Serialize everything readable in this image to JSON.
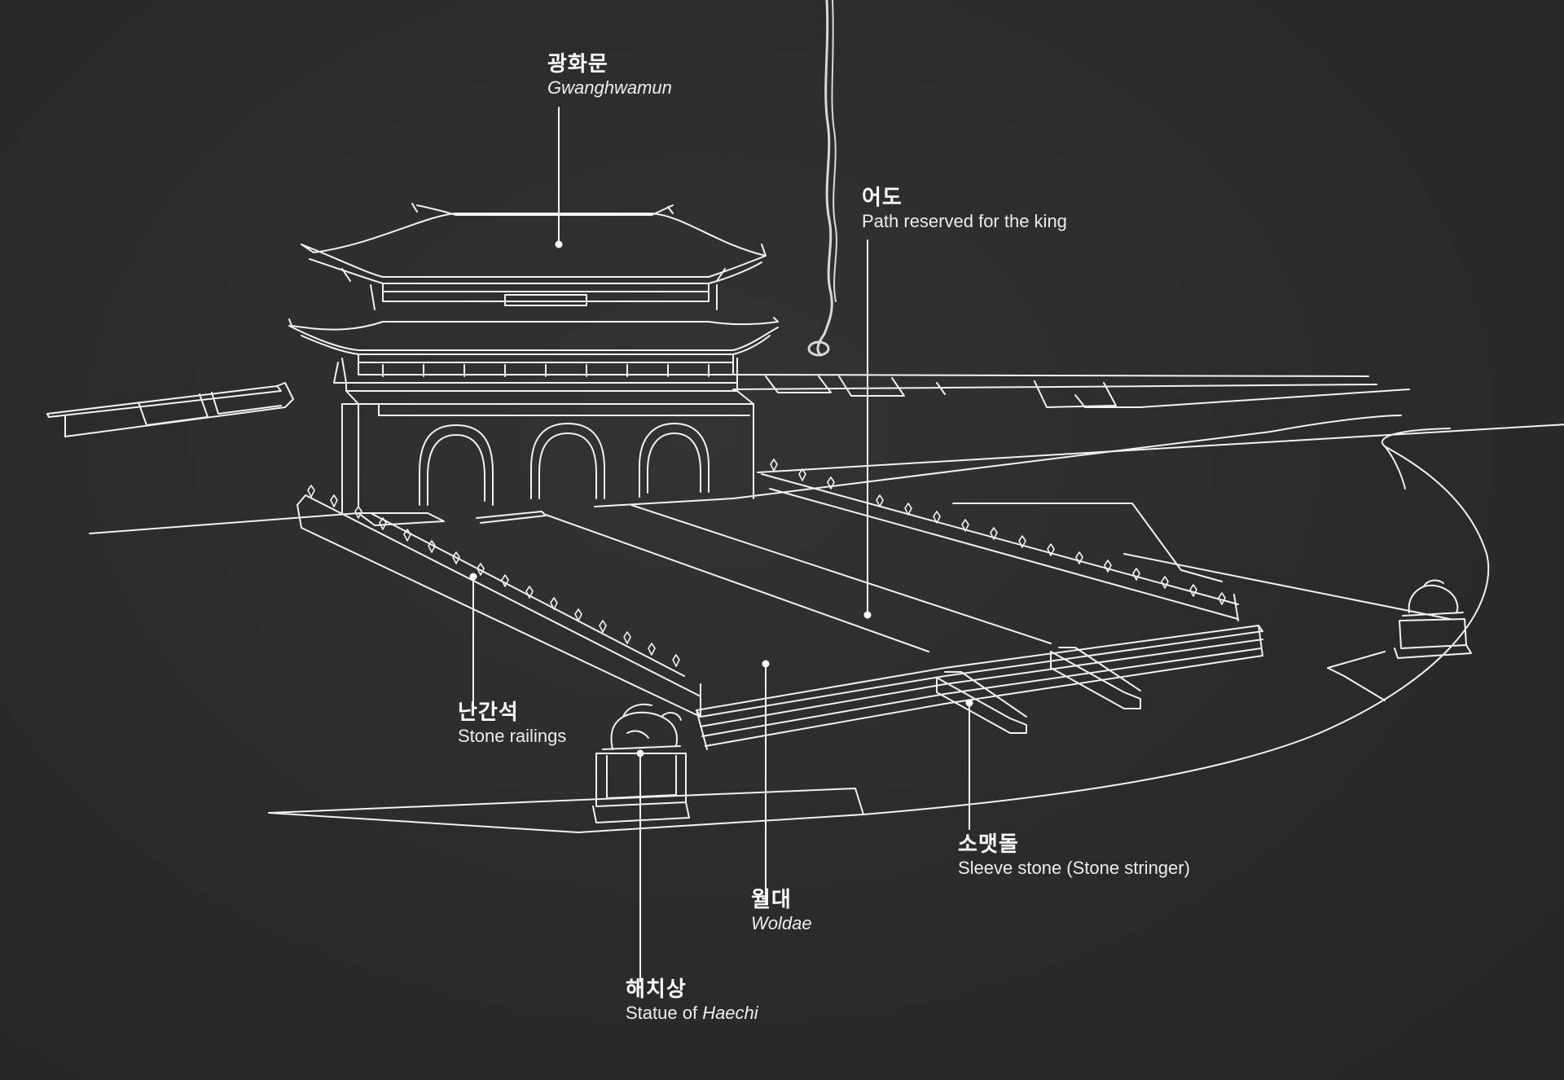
{
  "labels": {
    "gwanghwamun": {
      "ko": "광화문",
      "en": "Gwanghwamun"
    },
    "eodo": {
      "ko": "어도",
      "en": "Path reserved for the king"
    },
    "nanganseok": {
      "ko": "난간석",
      "en": "Stone railings"
    },
    "somaetdol": {
      "ko": "소맷돌",
      "en": "Sleeve stone (Stone stringer)"
    },
    "woldae": {
      "ko": "월대",
      "en": "Woldae"
    },
    "haechisang": {
      "ko": "해치상",
      "en_prefix": "Statue of ",
      "en_italic": "Haechi"
    }
  },
  "colors": {
    "background": "#2b2b2b",
    "line": "#ffffff"
  }
}
